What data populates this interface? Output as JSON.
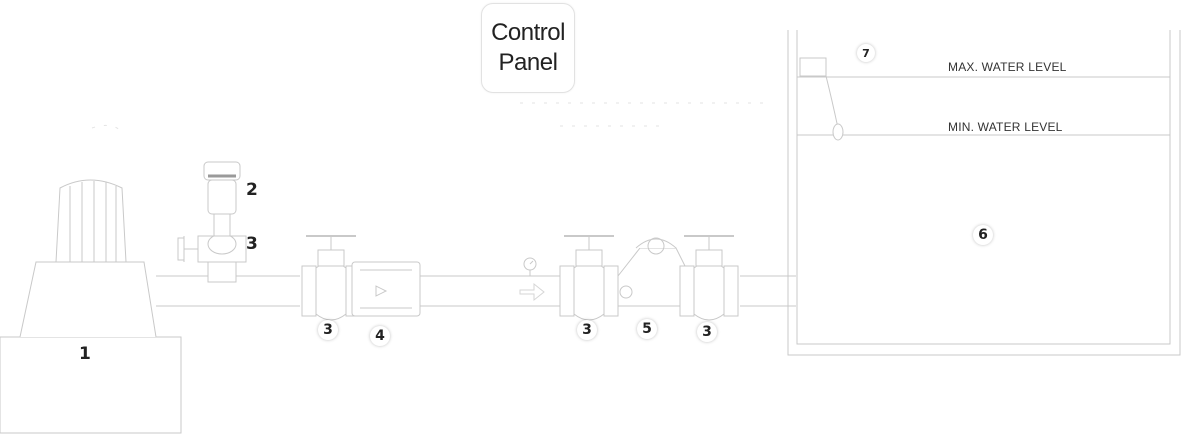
{
  "control_panel": {
    "line1": "Control",
    "line2": "Panel"
  },
  "levels": {
    "max": "MAX. WATER LEVEL",
    "min": "MIN. WATER LEVEL"
  },
  "labels": {
    "pump": "1",
    "actuator": "2",
    "valve_upper": "3",
    "valve_a": "3",
    "strainer": "4",
    "valve_b": "3",
    "control_valve": "5",
    "valve_c": "3",
    "tank": "6",
    "float_switch": "7"
  },
  "icons": {
    "flow": "arrow-right-icon",
    "gauge": "pressure-gauge-icon",
    "strainer_mark": "triangle-icon"
  },
  "colors": {
    "line": "#c8c8c8",
    "text": "#222222"
  }
}
